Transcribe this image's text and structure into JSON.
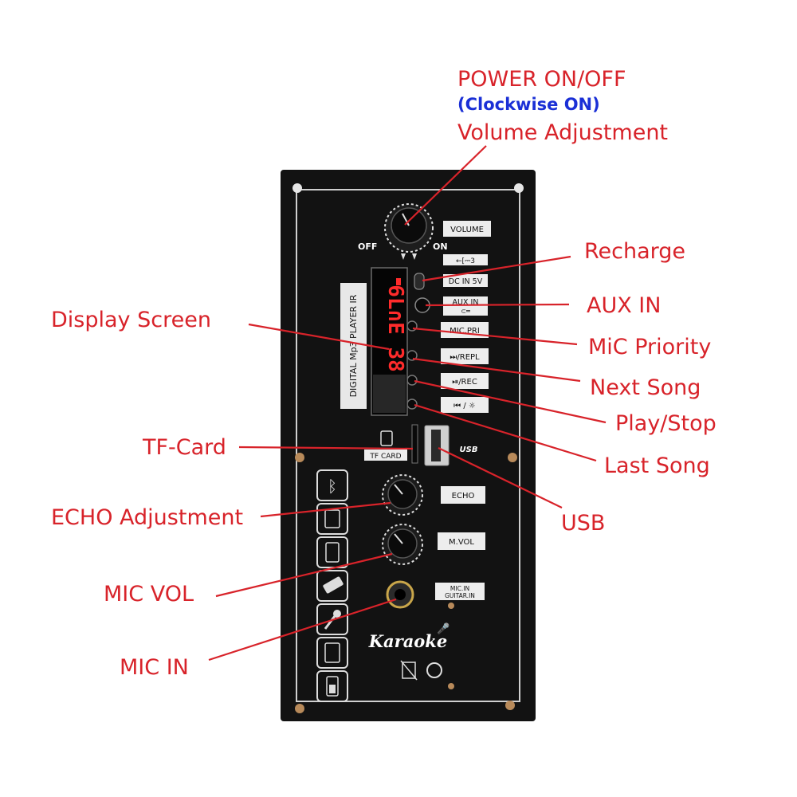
{
  "colors": {
    "callout_text": "#d8232a",
    "callout_note": "#1a2fd6",
    "leader_line": "#d8232a",
    "panel": "#121212",
    "panel_border": "#cfcfcf",
    "display_digits": "#ff2b2b"
  },
  "callouts": {
    "power": "POWER ON/OFF",
    "power_note": "(Clockwise ON)",
    "volume_adj": "Volume Adjustment",
    "recharge": "Recharge",
    "aux_in": "AUX IN",
    "display": "Display Screen",
    "mic_priority": "MiC Priority",
    "next_song": "Next Song",
    "play_stop": "Play/Stop",
    "tf_card": "TF-Card",
    "last_song": "Last Song",
    "echo_adj": "ECHO Adjustment",
    "usb": "USB",
    "mic_vol": "MIC VOL",
    "mic_in": "MIC IN"
  },
  "panel": {
    "knob_off": "OFF",
    "knob_on": "ON",
    "volume": "VOLUME",
    "dc_in": "DC IN 5V",
    "aux_in": "AUX IN",
    "mic_pri": "MIC.PRI",
    "repl": "⏭/REPL",
    "rec": "⏯/REC",
    "prev": "⏮ / ☼",
    "vertical_label": "DIGITAL Mp3 PLAYER IR",
    "display_digits": "6L∩E 38",
    "tf_card": "TF CARD",
    "usb_logo": "USB",
    "echo": "ECHO",
    "mvol": "M.VOL",
    "mic_in_1": "MIC.IN",
    "mic_in_2": "GUITAR.IN",
    "karaoke": "Karaoke"
  },
  "icons": [
    "bluetooth-icon",
    "sd-card-icon",
    "phone-icon",
    "usb-drive-icon",
    "microphone-icon",
    "memory-card-icon",
    "battery-icon"
  ]
}
